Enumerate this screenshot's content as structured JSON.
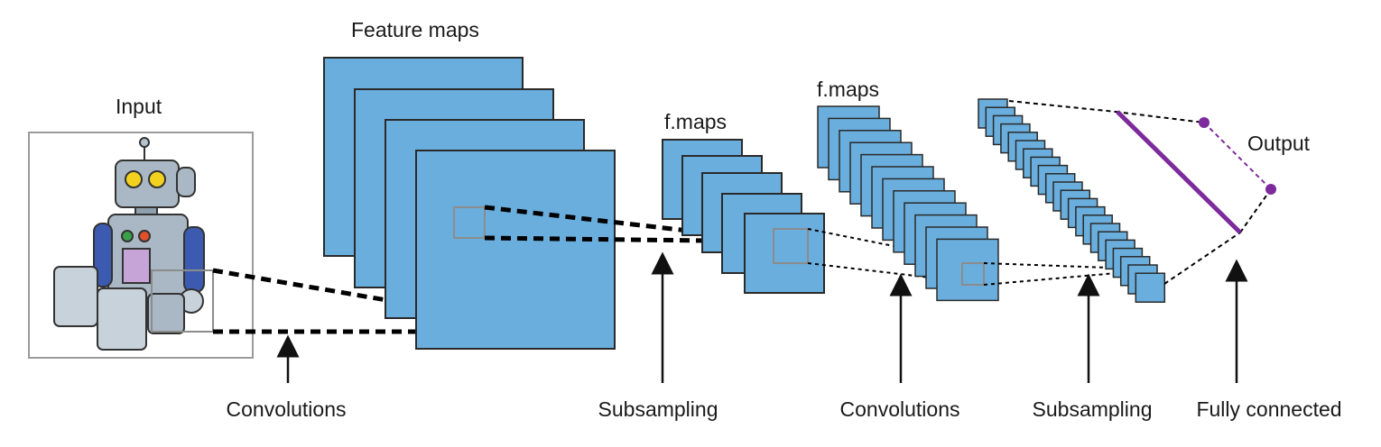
{
  "labels": {
    "input": "Input",
    "feature_maps": "Feature maps",
    "fmaps_1": "f.maps",
    "fmaps_2": "f.maps",
    "output": "Output"
  },
  "stages": [
    {
      "id": "convolutions-1",
      "label": "Convolutions"
    },
    {
      "id": "subsampling-1",
      "label": "Subsampling"
    },
    {
      "id": "convolutions-2",
      "label": "Convolutions"
    },
    {
      "id": "subsampling-2",
      "label": "Subsampling"
    },
    {
      "id": "fully-connected",
      "label": "Fully connected"
    }
  ],
  "colors": {
    "map_fill": "#6aaedd",
    "map_stroke": "#2a2a2a",
    "highlight": "#8c8c8c",
    "output_accent": "#7d2a9c",
    "arrow": "#111111"
  }
}
